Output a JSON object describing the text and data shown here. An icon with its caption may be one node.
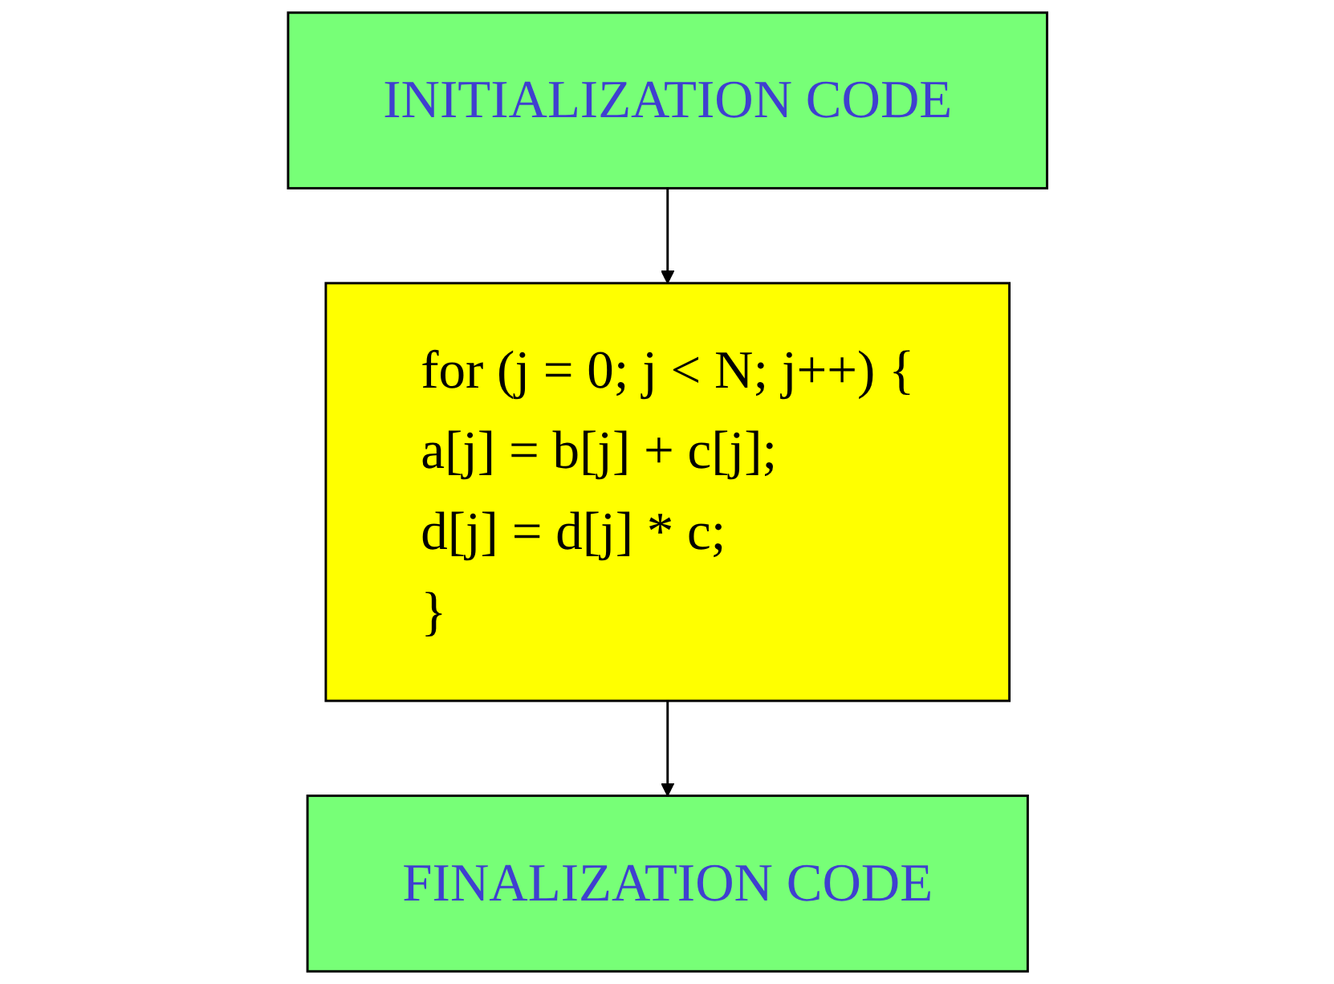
{
  "diagram": {
    "nodes": [
      {
        "text": [
          "INITIALIZATION CODE"
        ]
      },
      {
        "text": [
          "for (j = 0; j < N; j++) {",
          "a[j] = b[j] + c[j];",
          "d[j] = d[j] * c;",
          "}"
        ]
      },
      {
        "text": [
          "FINALIZATION CODE"
        ]
      }
    ],
    "edges": [
      {
        "from": 0,
        "to": 1,
        "arrow": "to"
      },
      {
        "from": 1,
        "to": 2,
        "arrow": "to"
      }
    ]
  }
}
